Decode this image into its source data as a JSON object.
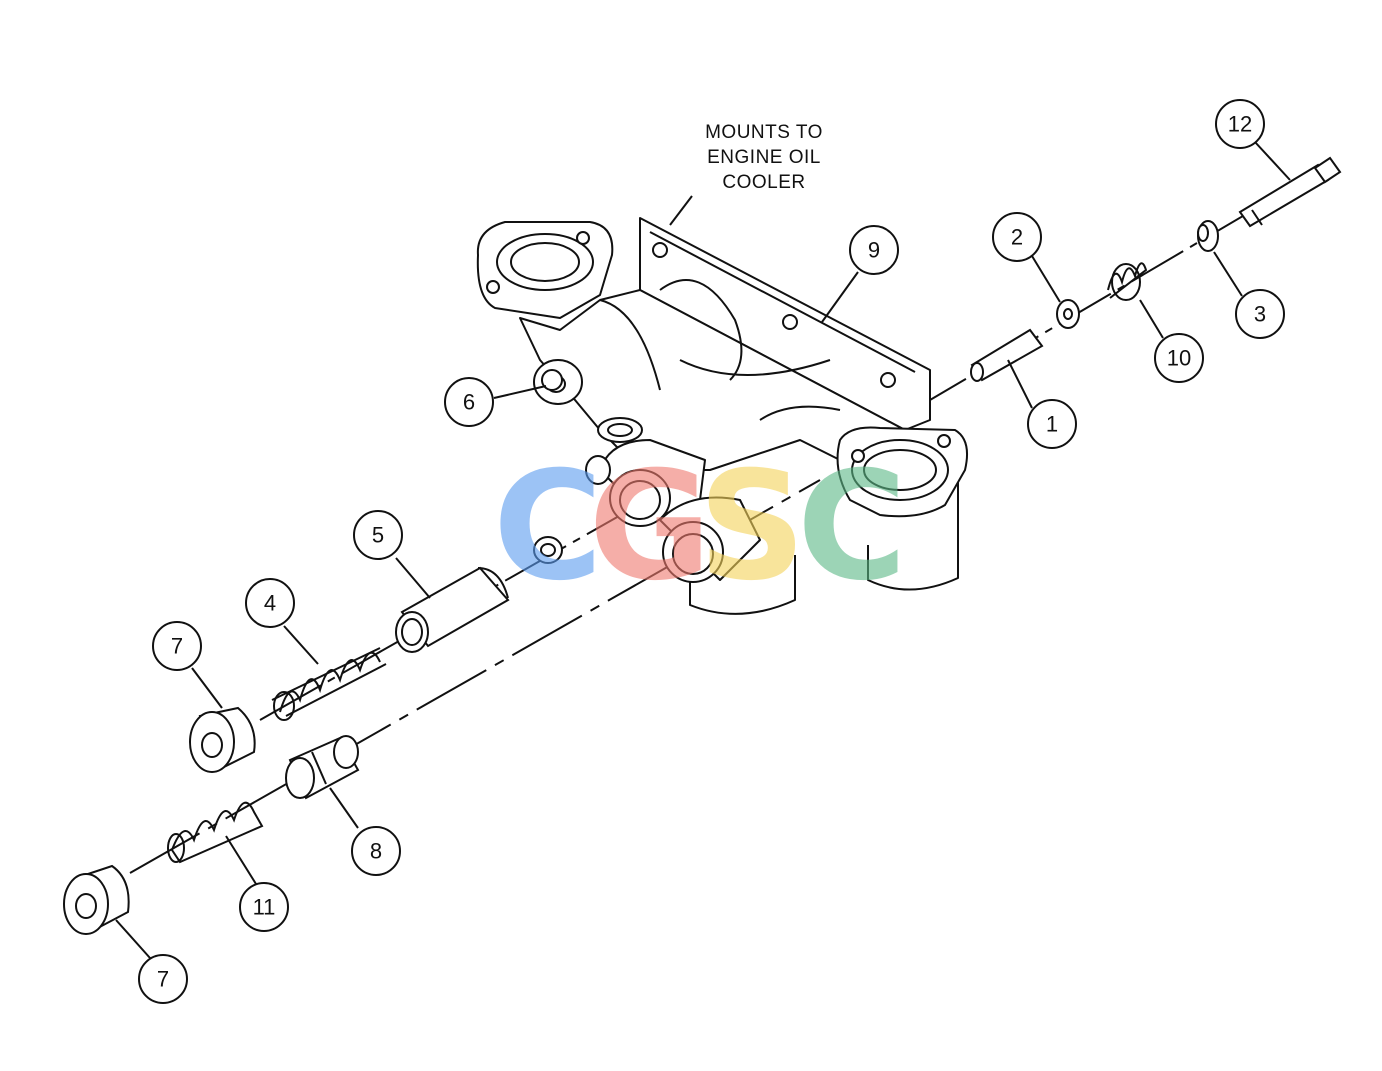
{
  "note": {
    "lines": [
      "MOUNTS TO",
      "ENGINE OIL",
      "COOLER"
    ]
  },
  "callouts": [
    "12",
    "2",
    "9",
    "3",
    "10",
    "6",
    "1",
    "5",
    "4",
    "7",
    "8",
    "11",
    "7"
  ],
  "watermark": {
    "letters": [
      "C",
      "G",
      "S",
      "C"
    ],
    "colors": [
      "#5b9cf0",
      "#ef7a6f",
      "#f5d35a",
      "#5cb887"
    ]
  },
  "colors": {
    "line": "#111111",
    "paper": "#ffffff"
  }
}
